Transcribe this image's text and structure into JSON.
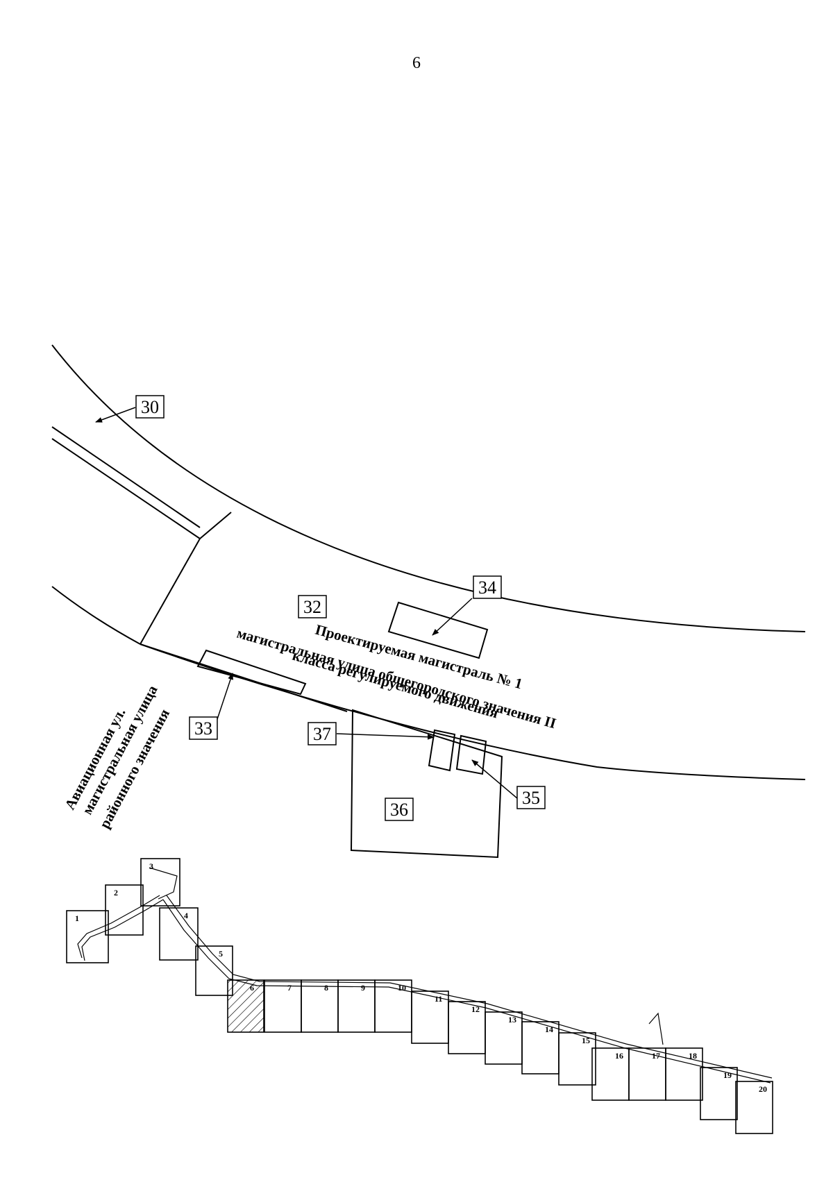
{
  "page_number": "6",
  "callouts": {
    "c30": "30",
    "c32": "32",
    "c33": "33",
    "c34": "34",
    "c35": "35",
    "c36": "36",
    "c37": "37"
  },
  "main_street": {
    "line1": "Проектируемая магистраль № 1",
    "line2": "магистральная улица общегородского значения II",
    "line3": "класса регулируемого движения"
  },
  "side_street": {
    "line1": "Авиационная ул.",
    "line2": "магистральная улица",
    "line3": "районного значения"
  },
  "sheets": [
    "1",
    "2",
    "3",
    "4",
    "5",
    "6",
    "7",
    "8",
    "9",
    "10",
    "11",
    "12",
    "13",
    "14",
    "15",
    "16",
    "17",
    "18",
    "19",
    "20"
  ],
  "highlighted_sheet": "6"
}
